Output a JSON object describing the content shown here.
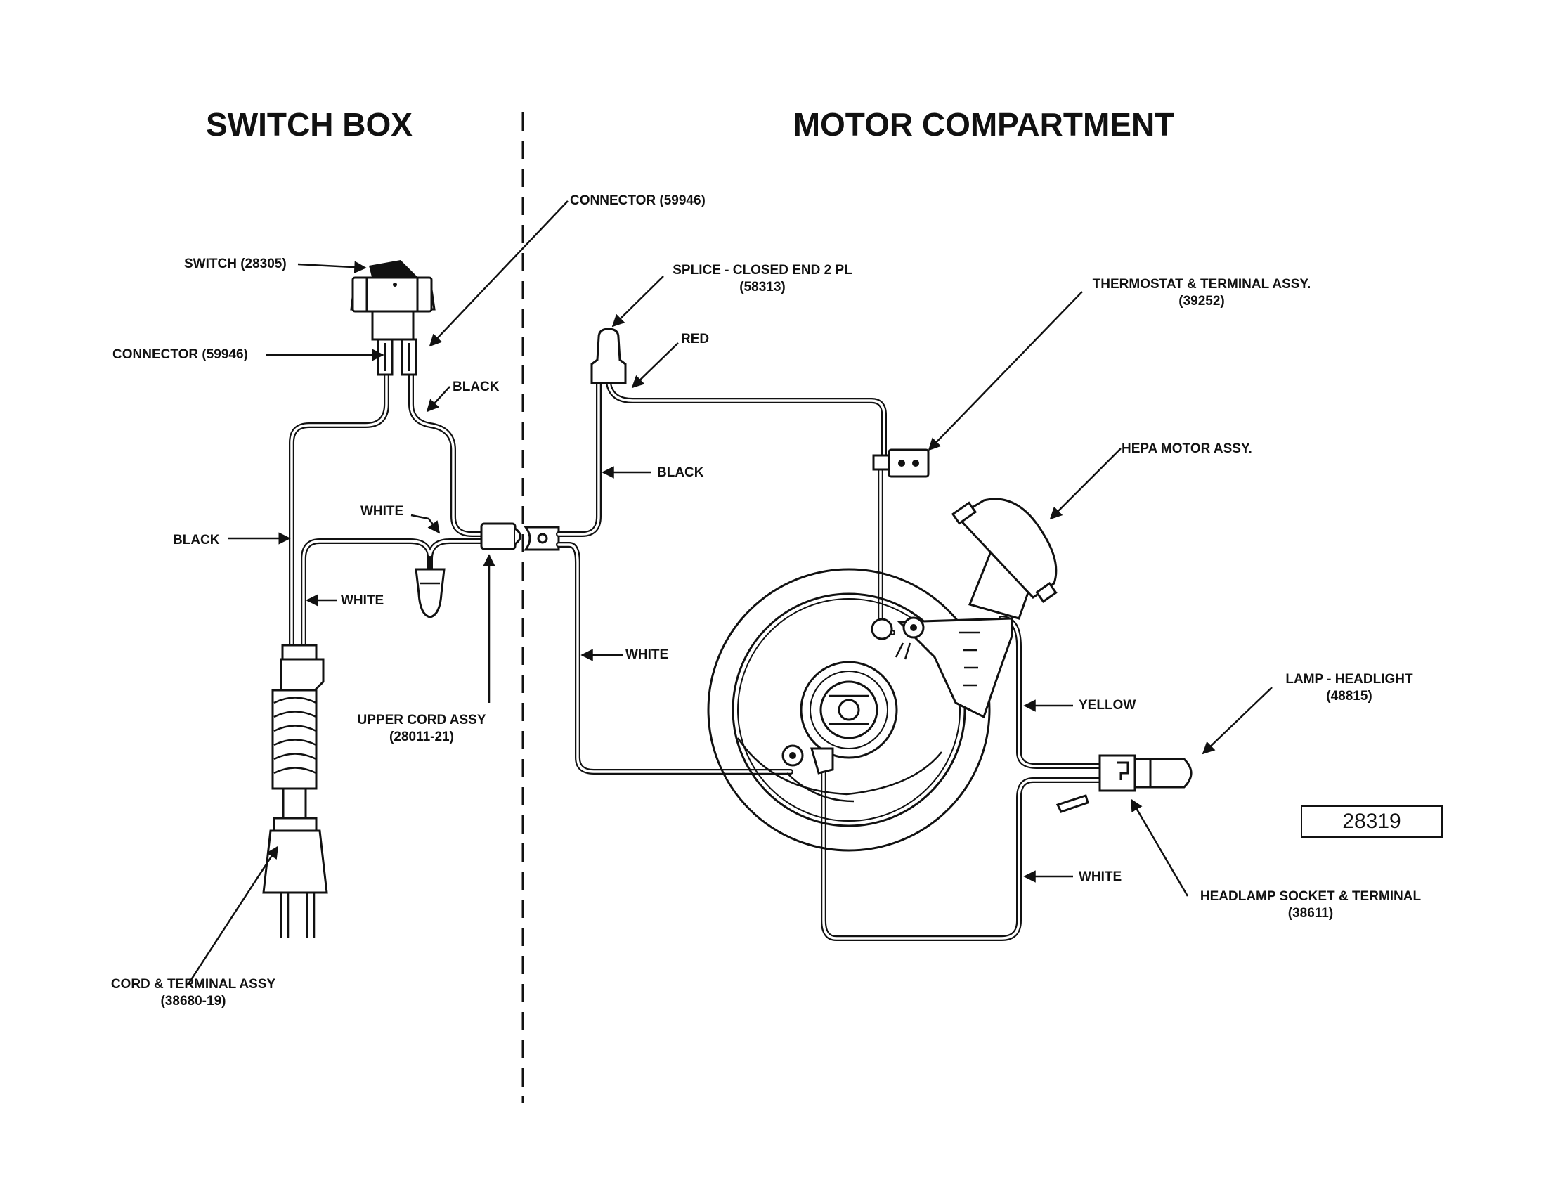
{
  "headers": {
    "switch_box": "SWITCH BOX",
    "motor_compartment": "MOTOR COMPARTMENT"
  },
  "labels": {
    "switch": "SWITCH (28305)",
    "connector_left": "CONNECTOR (59946)",
    "connector_top": "CONNECTOR (59946)",
    "black_upper": "BLACK",
    "white_switch": "WHITE",
    "black_left": "BLACK",
    "white_left": "WHITE",
    "upper_cord_line1": "UPPER CORD ASSY",
    "upper_cord_line2": "(28011-21)",
    "cord_terminal_line1": "CORD & TERMINAL ASSY",
    "cord_terminal_line2": "(38680-19)",
    "splice_line1": "SPLICE - CLOSED END 2 PL",
    "splice_line2": "(58313)",
    "red": "RED",
    "black_motor": "BLACK",
    "thermostat_line1": "THERMOSTAT & TERMINAL ASSY.",
    "thermostat_line2": "(39252)",
    "hepa_motor": "HEPA MOTOR ASSY.",
    "white_motor": "WHITE",
    "yellow": "YELLOW",
    "lamp_line1": "LAMP - HEADLIGHT",
    "lamp_line2": "(48815)",
    "white_bottom": "WHITE",
    "headlamp_line1": "HEADLAMP SOCKET & TERMINAL",
    "headlamp_line2": "(38611)"
  },
  "diagram_number": "28319"
}
